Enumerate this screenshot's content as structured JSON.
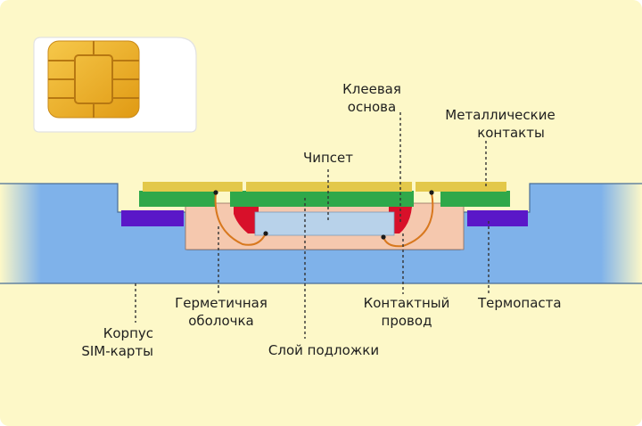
{
  "labels": {
    "adhesive": [
      "Клеевая",
      "основа"
    ],
    "metal_contacts": [
      "Металлические",
      "контакты"
    ],
    "chipset": "Чипсет",
    "encapsulation": [
      "Герметичная",
      "оболочка"
    ],
    "contact_wire": [
      "Контактный",
      "провод"
    ],
    "thermal_paste": "Термопаста",
    "sim_body": [
      "Корпус",
      "SIM-карты"
    ],
    "substrate": "Слой подложки"
  },
  "colors": {
    "background": "#fdf8c8",
    "sim_body": "#7fb2ea",
    "encapsulation": "#f5c8ae",
    "contacts_gold": "#e3c84a",
    "green_layer": "#2fa84a",
    "purple_pad": "#5a17c8",
    "chip": "#b8d2ea",
    "adhesive": "#d8102a",
    "wire": "#d8781e"
  }
}
